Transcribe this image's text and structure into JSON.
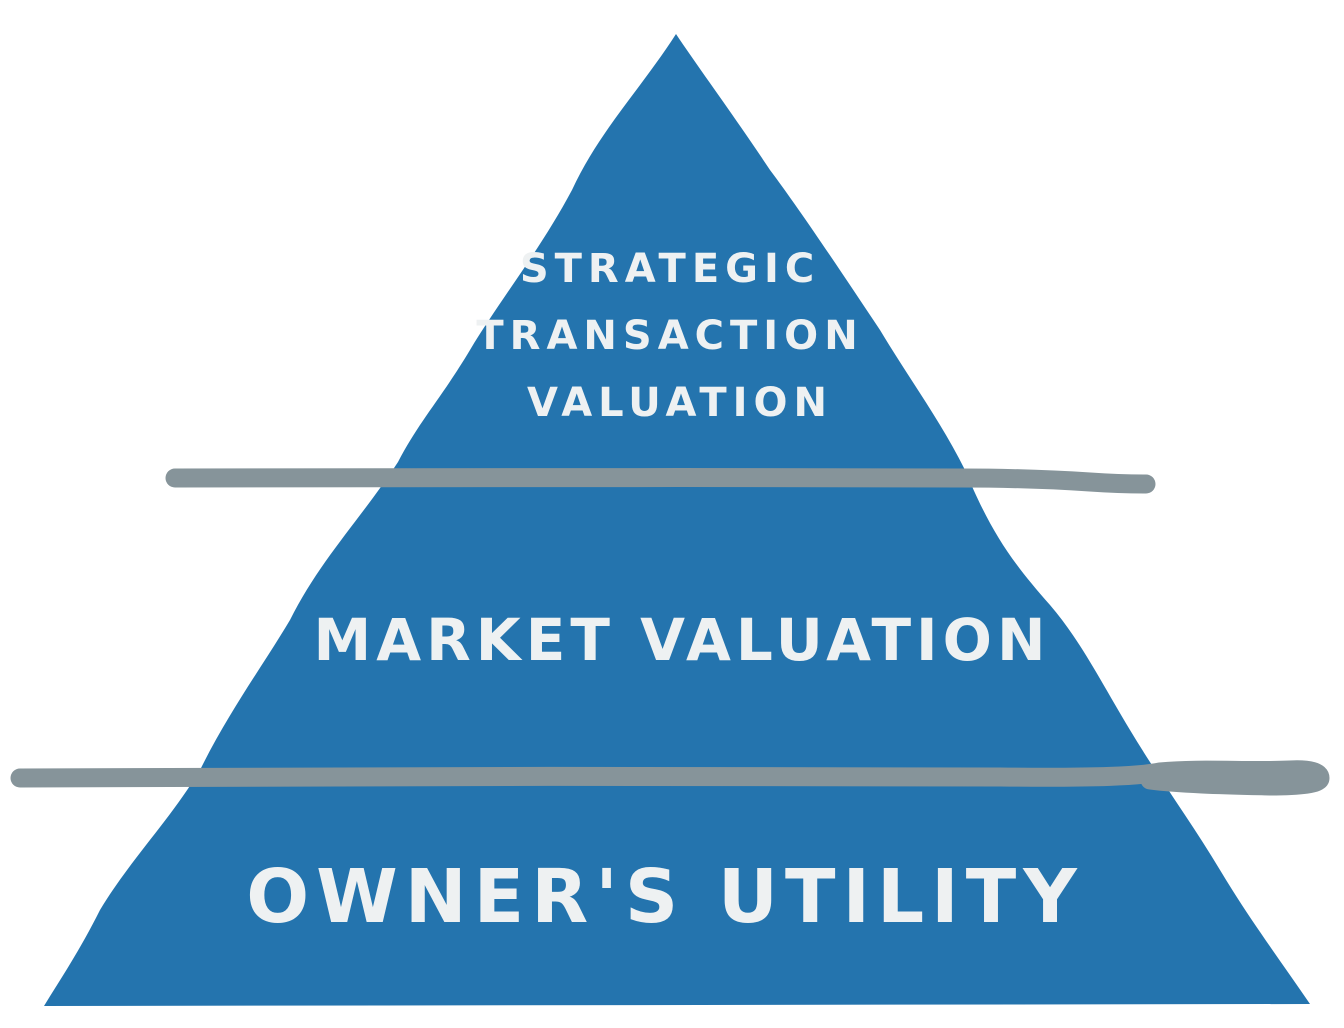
{
  "colors": {
    "pyramid_fill": "#2474ae",
    "divider": "#86949a",
    "label_text": "#eef1f2",
    "background": "#ffffff"
  },
  "tiers": [
    {
      "id": "top",
      "lines": [
        "STRATEGIC",
        "TRANSACTION",
        "VALUATION"
      ]
    },
    {
      "id": "middle",
      "lines": [
        "MARKET VALUATION"
      ]
    },
    {
      "id": "bottom",
      "lines": [
        "OWNER'S UTILITY"
      ]
    }
  ]
}
